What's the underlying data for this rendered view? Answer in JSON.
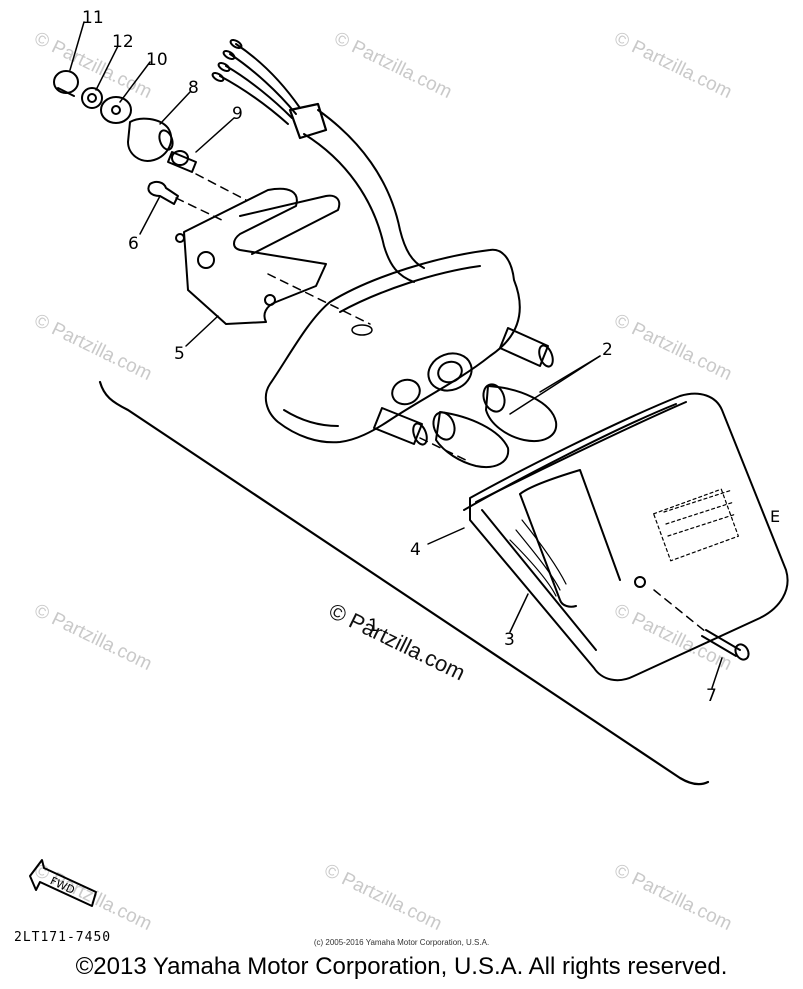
{
  "callouts": {
    "c1": "1",
    "c2": "2",
    "c3": "3",
    "c4": "4",
    "c5": "5",
    "c6": "6",
    "c7": "7",
    "c8": "8",
    "c9": "9",
    "c10": "10",
    "c11": "11",
    "c12": "12"
  },
  "direction_tag": "FWD",
  "watermark": "© Partzilla.com",
  "part_code": "2LT171-7450",
  "small_copyright": "(c) 2005-2016 Yamaha Motor Corporation, U.S.A.",
  "footer": "©2013 Yamaha Motor Corporation, U.S.A. All rights reserved.",
  "colors": {
    "ink": "#000000",
    "watermark": "#c9c9c9",
    "background": "#ffffff"
  }
}
